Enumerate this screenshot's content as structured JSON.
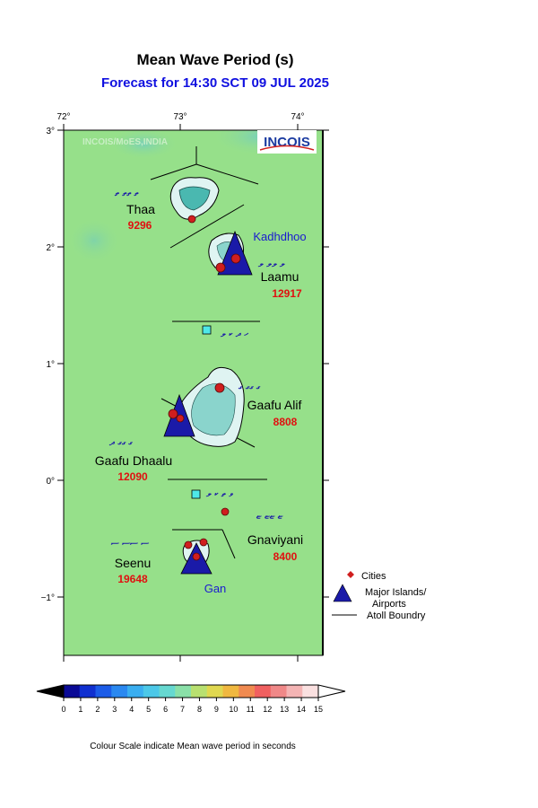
{
  "title": "Mean Wave Period (s)",
  "subtitle": "Forecast for  14:30 SCT 09 JUL 2025",
  "watermark": "INCOIS/MoES,INDIA",
  "logo_text": "INCOIS",
  "axes": {
    "x_ticks": [
      "72°",
      "73°",
      "74°"
    ],
    "y_ticks": [
      "3°",
      "2°",
      "1°",
      "0°",
      "−1°"
    ]
  },
  "background_color": "#96e08a",
  "atolls": [
    {
      "name": "Thaa",
      "value": "9296",
      "local_script": "ތ ތތ ތ"
    },
    {
      "name": "Laamu",
      "value": "12917",
      "local_script": "ލ ލލ ލ"
    },
    {
      "name": "Gaafu Alif",
      "value": "8808",
      "local_script": "ގ ގގ ގ"
    },
    {
      "name": "Gaafu Dhaalu",
      "value": "12090",
      "local_script": "ގ ގގ ދ"
    },
    {
      "name": "Gnaviyani",
      "value": "8400",
      "local_script": "ޏ ޏޏ ޏ"
    },
    {
      "name": "Seenu",
      "value": "19648",
      "local_script": "ސ ސސ ސ"
    }
  ],
  "airports": [
    {
      "name": "Kadhdhoo"
    },
    {
      "name": "Gan"
    }
  ],
  "channel_labels": [
    "ހ ދ ކ ލ",
    "ވ ތ ކ ލ"
  ],
  "legend": {
    "cities": "Cities",
    "islands": "Major Islands/\nAirports",
    "islands_line1": "Major Islands/",
    "islands_line2": "Airports",
    "boundary": "Atoll Boundry"
  },
  "colorbar": {
    "ticks": [
      "0",
      "1",
      "2",
      "3",
      "4",
      "5",
      "6",
      "7",
      "8",
      "9",
      "10",
      "11",
      "12",
      "13",
      "14",
      "15"
    ],
    "colors": [
      "#0a0a96",
      "#1030d0",
      "#1c5ce8",
      "#2a88f0",
      "#3aaef0",
      "#4cc8e8",
      "#66d8d0",
      "#8ae0a8",
      "#b8e070",
      "#e0d850",
      "#f0b840",
      "#f08a50",
      "#f06060",
      "#f08888",
      "#f4b4b4",
      "#fae0e0"
    ],
    "caption": "Colour Scale indicate Mean wave period in seconds"
  }
}
